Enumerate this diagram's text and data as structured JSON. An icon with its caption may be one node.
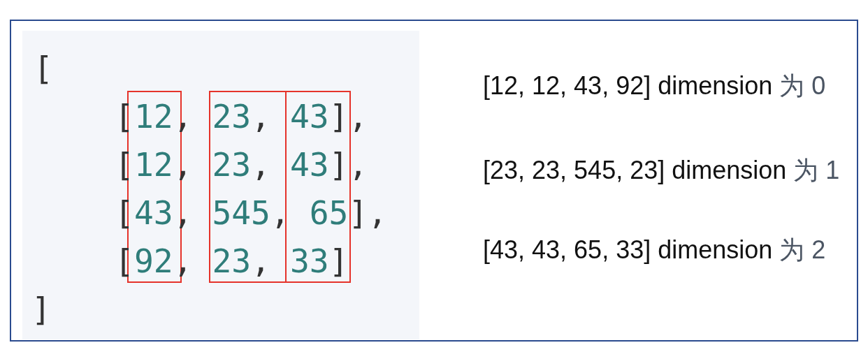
{
  "diagram": {
    "nodes": [
      {
        "text": [
          "[12, 12, 43, 92] dimension 为 0",
          "[23, 23, 545, 23] dimension 为 1",
          "[43, 43, 65, 33] dimension 为 2"
        ]
      },
      {
        "text": [
          "[",
          "[12, 23, 43],",
          "[12, 23, 43],",
          "[43, 545, 65],",
          "[92, 23, 33]",
          "]"
        ],
        "in": 0
      }
    ]
  }
}
